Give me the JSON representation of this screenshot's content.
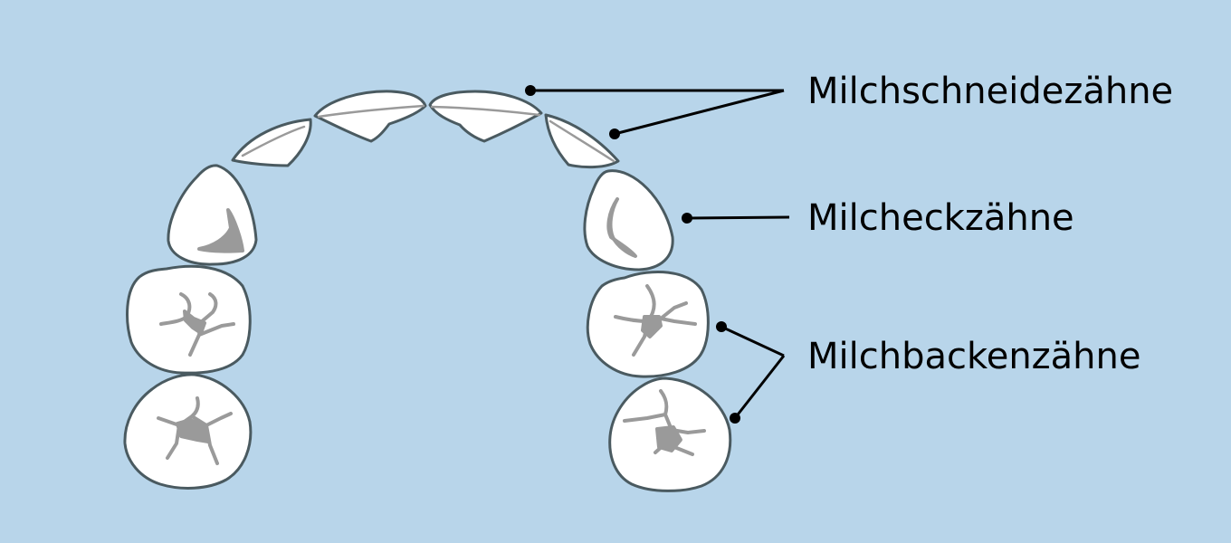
{
  "labels": {
    "incisors": "Milchschneidezähne",
    "canines": "Milcheckzähne",
    "molars": "Milchbackenzähne"
  },
  "colors": {
    "background": "#b8d5ea",
    "tooth_fill": "#ffffff",
    "tooth_outline": "#4a5a60",
    "fissure": "#9a9a9a",
    "leader": "#000000"
  }
}
